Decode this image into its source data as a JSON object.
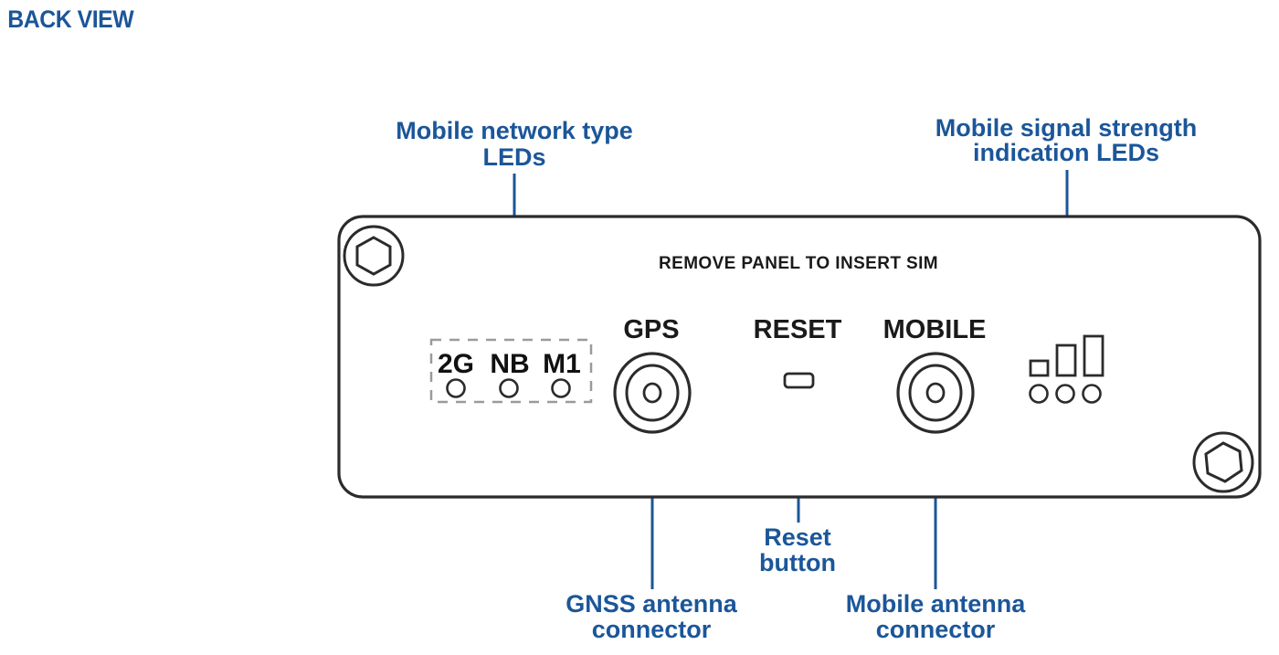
{
  "figure": {
    "title": "BACK VIEW",
    "accent_color": "#1b5699",
    "outline_color": "#2b2b2b",
    "dashed_color": "#9a9a9a",
    "background_color": "#ffffff"
  },
  "panel": {
    "stencil_text": "REMOVE PANEL TO INSERT SIM",
    "screws": [
      {
        "name": "top-left-screw"
      },
      {
        "name": "bottom-right-screw"
      }
    ],
    "port_labels": {
      "gps": "GPS",
      "reset": "RESET",
      "mobile": "MOBILE"
    },
    "network_leds": {
      "labels": [
        "2G",
        "NB",
        "M1"
      ],
      "count": 3
    },
    "signal_leds": {
      "bar_count": 3,
      "led_count": 3
    }
  },
  "callouts": [
    {
      "id": "network-type-leds",
      "line1": "Mobile network type",
      "line2": "LEDs",
      "position": "top-left"
    },
    {
      "id": "signal-strength-leds",
      "line1": "Mobile signal strength",
      "line2": "indication LEDs",
      "position": "top-right"
    },
    {
      "id": "gnss-antenna-connector",
      "line1": "GNSS  antenna",
      "line2": "connector",
      "position": "bottom-left"
    },
    {
      "id": "reset-button",
      "line1": "Reset",
      "line2": "button",
      "position": "bottom-center"
    },
    {
      "id": "mobile-antenna-connector",
      "line1": "Mobile antenna",
      "line2": "connector",
      "position": "bottom-right"
    }
  ]
}
